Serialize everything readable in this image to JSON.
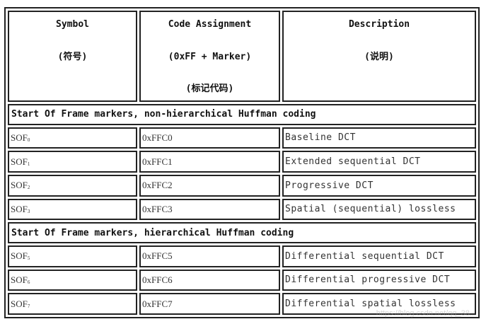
{
  "header": {
    "symbol": {
      "line1": "Symbol",
      "line2": "(符号)"
    },
    "code": {
      "line1": "Code Assignment",
      "line2": "(0xFF + Marker)",
      "line3": "(标记代码)"
    },
    "description": {
      "line1": "Description",
      "line2": "(说明)"
    }
  },
  "sections": [
    {
      "title": "Start Of Frame markers, non-hierarchical Huffman coding",
      "rows": [
        {
          "symbol": "SOF",
          "sub": "0",
          "code": "0xFFC0",
          "description": "Baseline DCT"
        },
        {
          "symbol": "SOF",
          "sub": "1",
          "code": "0xFFC1",
          "description": "Extended sequential DCT"
        },
        {
          "symbol": "SOF",
          "sub": "2",
          "code": "0xFFC2",
          "description": "Progressive DCT"
        },
        {
          "symbol": "SOF",
          "sub": "3",
          "code": "0xFFC3",
          "description": "Spatial (sequential) lossless"
        }
      ]
    },
    {
      "title": "Start Of Frame markers, hierarchical Huffman coding",
      "rows": [
        {
          "symbol": "SOF",
          "sub": "5",
          "code": "0xFFC5",
          "description": "Differential sequential DCT"
        },
        {
          "symbol": "SOF",
          "sub": "6",
          "code": "0xFFC6",
          "description": "Differential progressive DCT"
        },
        {
          "symbol": "SOF",
          "sub": "7",
          "code": "0xFFC7",
          "description": "Differential spatial lossless"
        }
      ]
    }
  ],
  "watermark": "https://blog.csdn.net/qq_38..."
}
